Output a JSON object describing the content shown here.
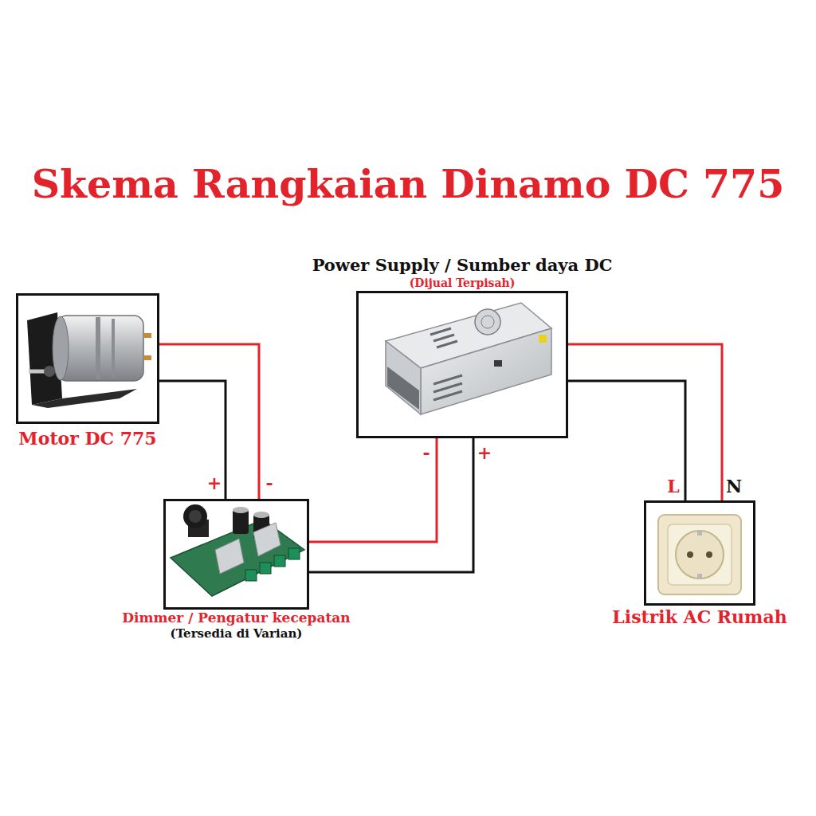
{
  "diagram": {
    "title": "Skema Rangkaian Dinamo DC 775",
    "nodes": [
      {
        "text": [
          "Motor DC 775"
        ]
      },
      {
        "text": [
          "Power Supply / Sumber daya DC",
          "(Dijual Terpisah)"
        ]
      },
      {
        "text": [
          "Dimmer / Pengatur kecepatan",
          "(Tersedia di Varian)"
        ]
      },
      {
        "text": [
          "Listrik AC Rumah"
        ]
      }
    ],
    "edges": [
      {
        "from": 0,
        "to": 2,
        "arrow": "none"
      },
      {
        "from": 0,
        "to": 2,
        "arrow": "none"
      },
      {
        "from": 2,
        "to": 1,
        "arrow": "none"
      },
      {
        "from": 2,
        "to": 1,
        "arrow": "none"
      },
      {
        "from": 1,
        "to": 3,
        "arrow": "none"
      },
      {
        "from": 1,
        "to": 3,
        "arrow": "none"
      }
    ],
    "labels": [
      "-",
      "+",
      "+",
      "-",
      "L",
      "N"
    ]
  }
}
